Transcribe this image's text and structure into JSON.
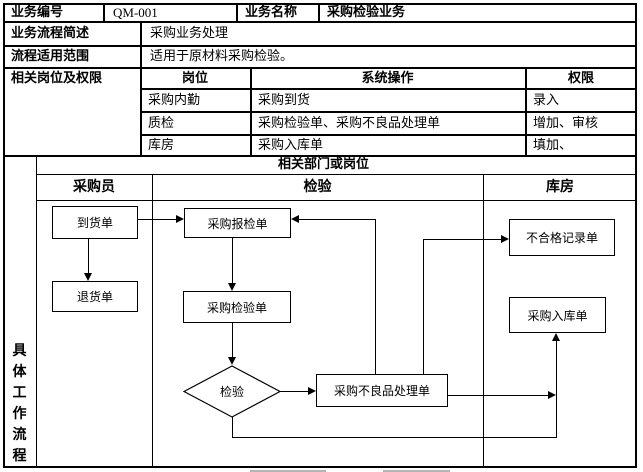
{
  "header": {
    "biz_no_label": "业务编号",
    "biz_no_value": "QM-001",
    "biz_name_label": "业务名称",
    "biz_name_value": "采购检验业务",
    "summary_label": "业务流程简述",
    "summary_value": "采购业务处理",
    "scope_label": "流程适用范围",
    "scope_value": "适用于原材料采购检验。",
    "perm_section_label": "相关岗位及权限"
  },
  "perm": {
    "col_headers": [
      "岗位",
      "系统操作",
      "权限"
    ],
    "rows": [
      [
        "采购内勤",
        "采购到货",
        "录入"
      ],
      [
        "质检",
        "采购检验单、采购不良品处理单",
        "增加、审核"
      ],
      [
        "库房",
        "采购入库单",
        "填加、"
      ]
    ]
  },
  "flow": {
    "dept_header": "相关部门或岗位",
    "lanes": [
      "采购员",
      "检验",
      "库房"
    ],
    "side_label": "具体工作流程",
    "nodes": {
      "arrival": "到货单",
      "return": "退货单",
      "report": "采购报检单",
      "inspect": "采购检验单",
      "decision": "检验",
      "defect": "采购不良品处理单",
      "nonconform": "不合格记录单",
      "instock": "采购入库单"
    }
  },
  "colors": {
    "line": "#000000",
    "bg": "#ffffff",
    "fragment": "#b4b4b4"
  }
}
